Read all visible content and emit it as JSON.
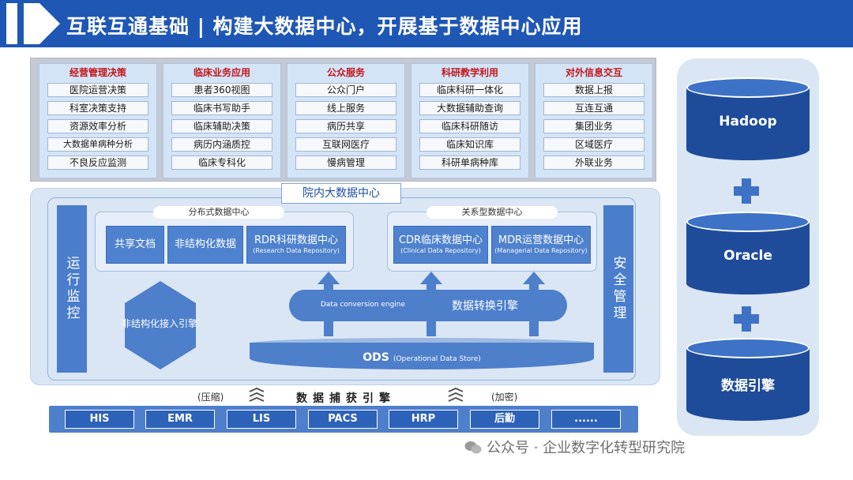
{
  "header": {
    "title": "互联互通基础 | 构建大数据中心，开展基于数据中心应用"
  },
  "apps": [
    {
      "title": "经营管理决策",
      "items": [
        "医院运营决策",
        "科室决策支持",
        "资源效率分析",
        "大数据单病种分析",
        "不良反应监测"
      ]
    },
    {
      "title": "临床业务应用",
      "items": [
        "患者360视图",
        "临床书写助手",
        "临床辅助决策",
        "病历内涵质控",
        "临床专科化"
      ]
    },
    {
      "title": "公众服务",
      "items": [
        "公众门户",
        "线上服务",
        "病历共享",
        "互联网医疗",
        "慢病管理"
      ]
    },
    {
      "title": "科研教学利用",
      "items": [
        "临床科研一体化",
        "大数据辅助查询",
        "临床科研随访",
        "临床知识库",
        "科研单病种库"
      ]
    },
    {
      "title": "对外信息交互",
      "items": [
        "数据上报",
        "互连互通",
        "集团业务",
        "区域医疗",
        "外联业务"
      ]
    }
  ],
  "center": {
    "title": "院内大数据中心",
    "left_bar": "运行监控",
    "right_bar": "安全管理",
    "distributed": {
      "label": "分布式数据中心",
      "modules": [
        {
          "title": "共享文档",
          "sub": ""
        },
        {
          "title": "非结构化数据",
          "sub": ""
        },
        {
          "title": "RDR科研数据中心",
          "sub": "(Research Data Repository)"
        }
      ]
    },
    "relational": {
      "label": "关系型数据中心",
      "modules": [
        {
          "title": "CDR临床数据中心",
          "sub": "(Clinical Data Repository)"
        },
        {
          "title": "MDR运营数据中心",
          "sub": "(Managerial Data Repository)"
        }
      ]
    },
    "unstructured_engine": "非结构化接入引擎",
    "conversion_engine": {
      "en": "Data conversion engine",
      "cn": "数据转换引擎"
    },
    "ods": {
      "name": "ODS",
      "sub": "(Operational Data Store)"
    }
  },
  "capture": {
    "left": "(压缩)",
    "main": "数据捕获引擎",
    "right": "(加密)"
  },
  "sources": [
    "HIS",
    "EMR",
    "LIS",
    "PACS",
    "HRP",
    "后勤",
    "......"
  ],
  "databases": [
    "Hadoop",
    "Oracle",
    "数据引擎"
  ],
  "watermark": "公众号 · 企业数字化转型研究院",
  "colors": {
    "header": "#1f57b5",
    "module": "#4f82ce",
    "db": "#1f4c9a",
    "app_title": "#c2161b"
  }
}
